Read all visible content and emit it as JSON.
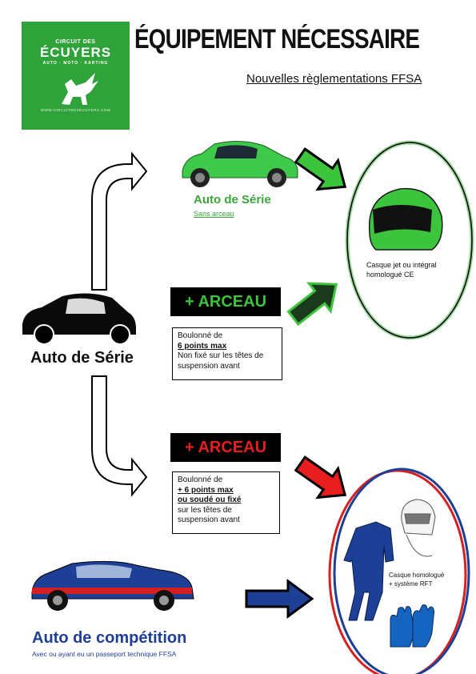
{
  "logo": {
    "line1": "CIRCUIT DES",
    "line2": "ÉCUYERS",
    "line3": "AUTO · MOTO · KARTING",
    "url": "WWW.CIRCUITDESECUYERS.COM"
  },
  "header": {
    "title": "ÉQUIPEMENT NÉCESSAIRE",
    "subtitle": "Nouvelles règlementations FFSA"
  },
  "stock_car": {
    "label": "Auto de Série"
  },
  "top_branch": {
    "label": "Auto de Série",
    "sublabel": "Sans arceau"
  },
  "mid_branch": {
    "banner": "+ ARCEAU",
    "line1": "Boulonné de",
    "line2": "6 points max",
    "line3": "Non fixé sur les têtes de suspension avant"
  },
  "low_branch": {
    "banner": "+ ARCEAU",
    "line1": "Boulonné de",
    "line2": "+ 6 points max",
    "line3": " ou soudé ou fixé",
    "line4": "sur les têtes de suspension avant"
  },
  "helmet_group": {
    "label": "Casque jet ou intégral homologué CE"
  },
  "race_group": {
    "label": "Casque homologué + système RFT"
  },
  "competition": {
    "label": "Auto de compétition",
    "sublabel": "Avec ou ayant eu un passeport technique FFSA"
  },
  "colors": {
    "green": "#3cc43c",
    "red": "#e81e1e",
    "blue": "#1e3f96",
    "black": "#000000"
  }
}
